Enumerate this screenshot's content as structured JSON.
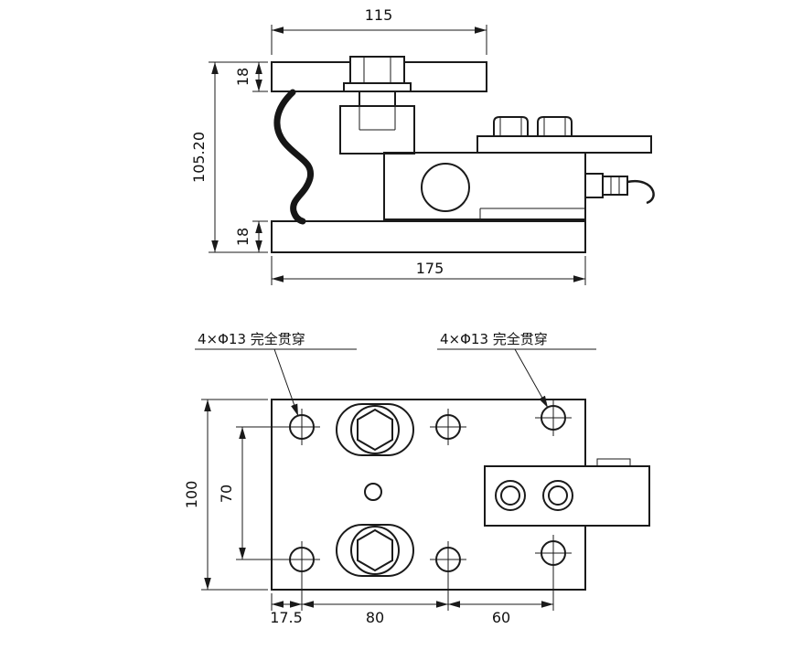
{
  "colors": {
    "line": "#1a1a1a",
    "background": "#ffffff"
  },
  "side_view": {
    "dim_width_top": "115",
    "dim_thickness_top": "18",
    "dim_height_overall": "105.20",
    "dim_thickness_bottom": "18",
    "dim_width_bottom": "175"
  },
  "plan_view": {
    "callout_left": "4×Φ13 完全贯穿",
    "callout_right": "4×Φ13 完全贯穿",
    "dim_depth": "100",
    "dim_hole_pitch_vertical": "70",
    "dim_edge_offset": "17.5",
    "dim_hole_pitch_horizontal": "80",
    "dim_hole_pitch_right": "60"
  }
}
